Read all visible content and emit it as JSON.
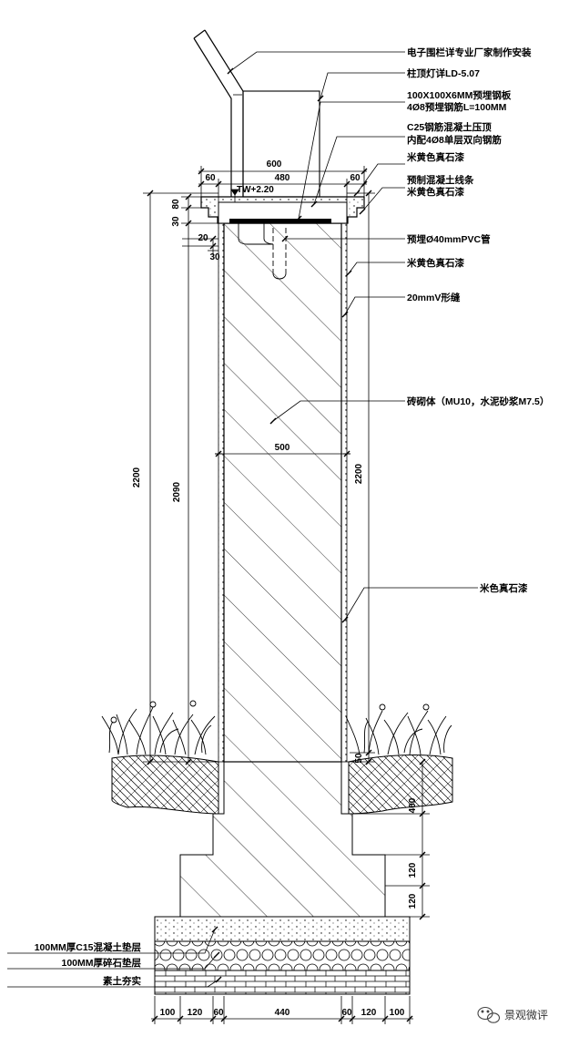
{
  "callouts": {
    "c1": "电子围栏详专业厂家制作安装",
    "c2": "柱顶灯详LD-5.07",
    "c3a": "100X100X6MM预埋钢板",
    "c3b": "4Ø8预埋钢筋L=100MM",
    "c4a": "C25钢筋混凝土压顶",
    "c4b": "内配4Ø8单层双向钢筋",
    "c5": "米黄色真石漆",
    "c6a": "预制混凝土线条",
    "c6b": "米黄色真石漆",
    "c7": "预埋Ø40mmPVC管",
    "c8": "米黄色真石漆",
    "c9": "20mmV形缝",
    "c10": "砖砌体（MU10，水泥砂浆M7.5）",
    "c11": "米色真石漆",
    "c12": "100MM厚C15混凝土垫层",
    "c13": "100MM厚碎石垫层",
    "c14": "素土夯实"
  },
  "dims": {
    "top_600": "600",
    "top_60a": "60",
    "top_480": "480",
    "top_60b": "60",
    "tw": "TW+2.20",
    "d30": "30",
    "d80": "80",
    "d20": "20",
    "d30b": "30",
    "h2200_left": "2200",
    "h2090": "2090",
    "mid_500": "500",
    "h2200_right": "2200",
    "d50": "50",
    "d400": "400",
    "d120a": "120",
    "d120b": "120",
    "b100a": "100",
    "b120a": "120",
    "b60a": "60",
    "b440": "440",
    "b60b": "60",
    "b120b": "120",
    "b100b": "100"
  },
  "watermark": {
    "text": "景观微评",
    "icon": "wechat-icon"
  }
}
